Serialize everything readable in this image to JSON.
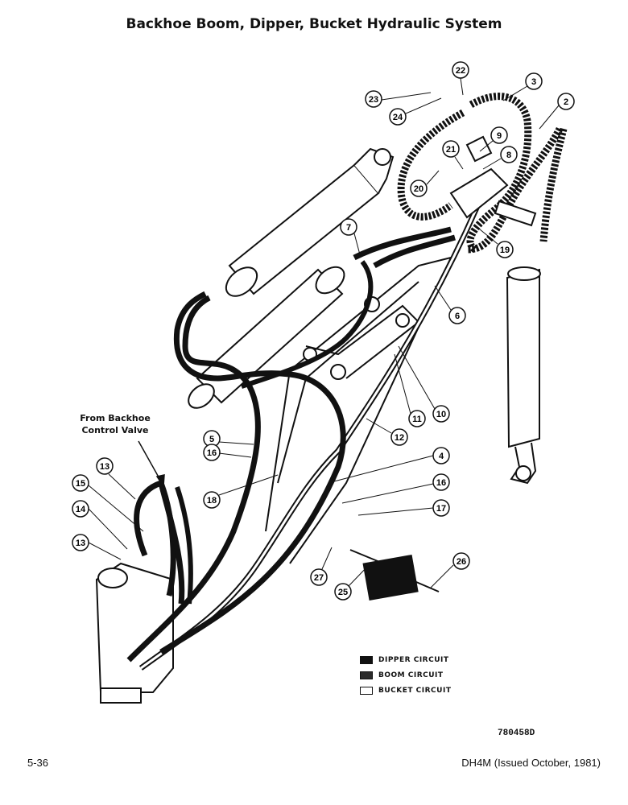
{
  "title": "Backhoe Boom, Dipper, Bucket Hydraulic System",
  "from_label": [
    "From Backhoe",
    "Control Valve"
  ],
  "legend": [
    {
      "label": "DIPPER CIRCUIT",
      "color": "#111111"
    },
    {
      "label": "BOOM CIRCUIT",
      "color": "#2a2a2a"
    },
    {
      "label": "BUCKET CIRCUIT",
      "color": "#ffffff"
    }
  ],
  "drawing_number": "780458D",
  "footer": {
    "page": "5-36",
    "doc": "DH4M (Issued October, 1981)"
  },
  "callouts": [
    "2",
    "3",
    "4",
    "5",
    "6",
    "7",
    "8",
    "9",
    "10",
    "11",
    "12",
    "13",
    "13",
    "14",
    "15",
    "16",
    "16",
    "17",
    "18",
    "19",
    "20",
    "21",
    "22",
    "23",
    "24",
    "25",
    "26",
    "27"
  ]
}
